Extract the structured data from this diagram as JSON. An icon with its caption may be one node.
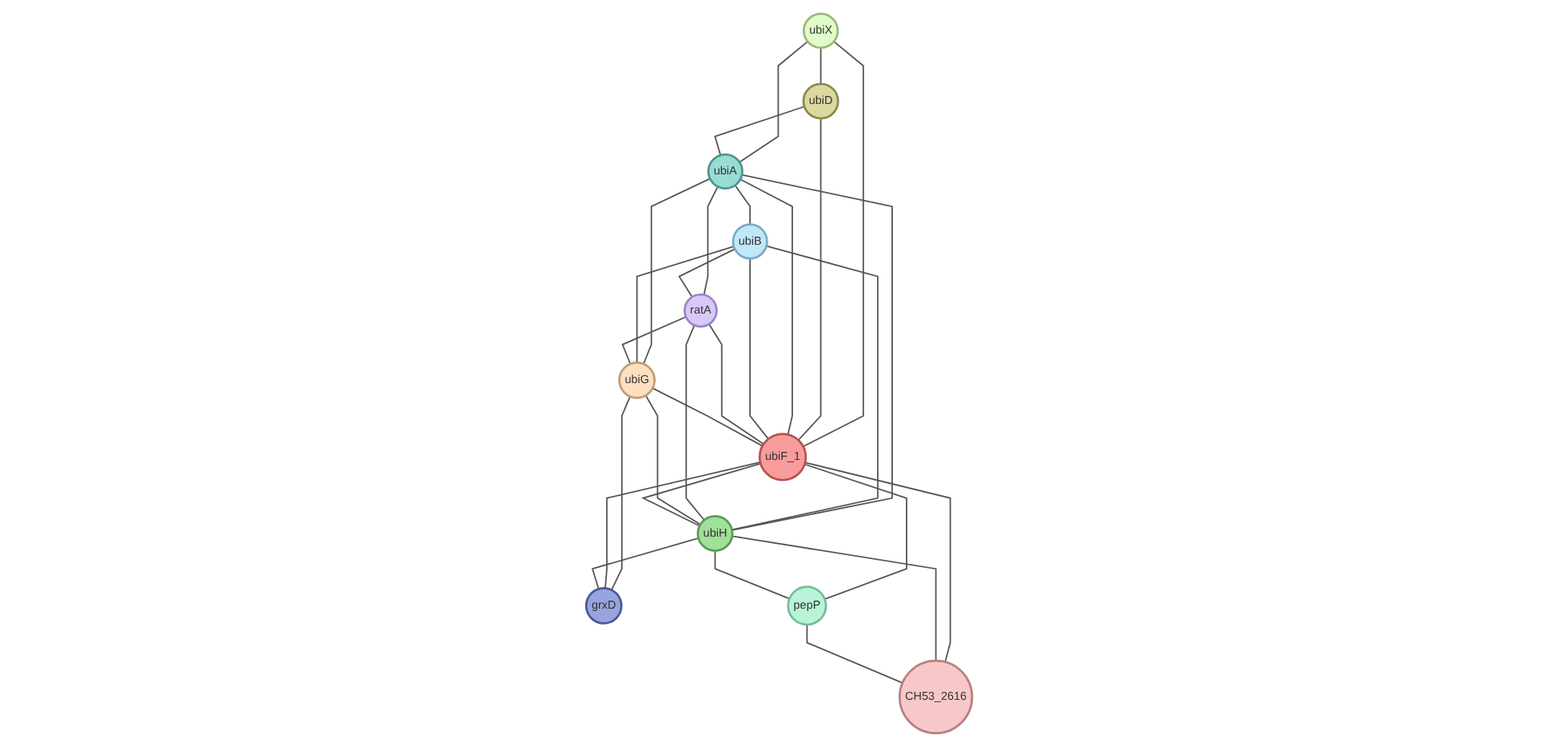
{
  "diagram": {
    "nodes": [
      {
        "text": [
          "ubiX"
        ]
      },
      {
        "text": [
          "ubiB"
        ]
      },
      {
        "text": [
          "ratA"
        ]
      },
      {
        "text": [
          "ubiA"
        ]
      },
      {
        "text": [
          "ubiD"
        ]
      },
      {
        "text": [
          "ubiG"
        ]
      },
      {
        "text": [
          "ubiF_1"
        ]
      },
      {
        "text": [
          "ubiH"
        ]
      },
      {
        "text": [
          "grxD"
        ]
      },
      {
        "text": [
          "pepP"
        ]
      },
      {
        "text": [
          "CH53_2616"
        ]
      }
    ],
    "edges": [
      {
        "from": 0,
        "to": 4,
        "arrow": "none"
      },
      {
        "from": 0,
        "to": 3,
        "arrow": "none"
      },
      {
        "from": 0,
        "to": 6,
        "arrow": "none"
      },
      {
        "from": 4,
        "to": 3,
        "arrow": "none"
      },
      {
        "from": 4,
        "to": 6,
        "arrow": "none"
      },
      {
        "from": 3,
        "to": 1,
        "arrow": "none"
      },
      {
        "from": 3,
        "to": 2,
        "arrow": "none"
      },
      {
        "from": 3,
        "to": 5,
        "arrow": "none"
      },
      {
        "from": 3,
        "to": 6,
        "arrow": "none"
      },
      {
        "from": 3,
        "to": 7,
        "arrow": "none"
      },
      {
        "from": 1,
        "to": 2,
        "arrow": "none"
      },
      {
        "from": 1,
        "to": 5,
        "arrow": "none"
      },
      {
        "from": 1,
        "to": 6,
        "arrow": "none"
      },
      {
        "from": 1,
        "to": 7,
        "arrow": "none"
      },
      {
        "from": 2,
        "to": 5,
        "arrow": "none"
      },
      {
        "from": 2,
        "to": 6,
        "arrow": "none"
      },
      {
        "from": 2,
        "to": 7,
        "arrow": "none"
      },
      {
        "from": 5,
        "to": 6,
        "arrow": "none"
      },
      {
        "from": 5,
        "to": 7,
        "arrow": "none"
      },
      {
        "from": 5,
        "to": 8,
        "arrow": "none"
      },
      {
        "from": 6,
        "to": 7,
        "arrow": "none"
      },
      {
        "from": 6,
        "to": 8,
        "arrow": "none"
      },
      {
        "from": 6,
        "to": 9,
        "arrow": "none"
      },
      {
        "from": 6,
        "to": 10,
        "arrow": "none"
      },
      {
        "from": 7,
        "to": 8,
        "arrow": "none"
      },
      {
        "from": 7,
        "to": 9,
        "arrow": "none"
      },
      {
        "from": 7,
        "to": 10,
        "arrow": "none"
      },
      {
        "from": 9,
        "to": 10,
        "arrow": "none"
      }
    ]
  }
}
